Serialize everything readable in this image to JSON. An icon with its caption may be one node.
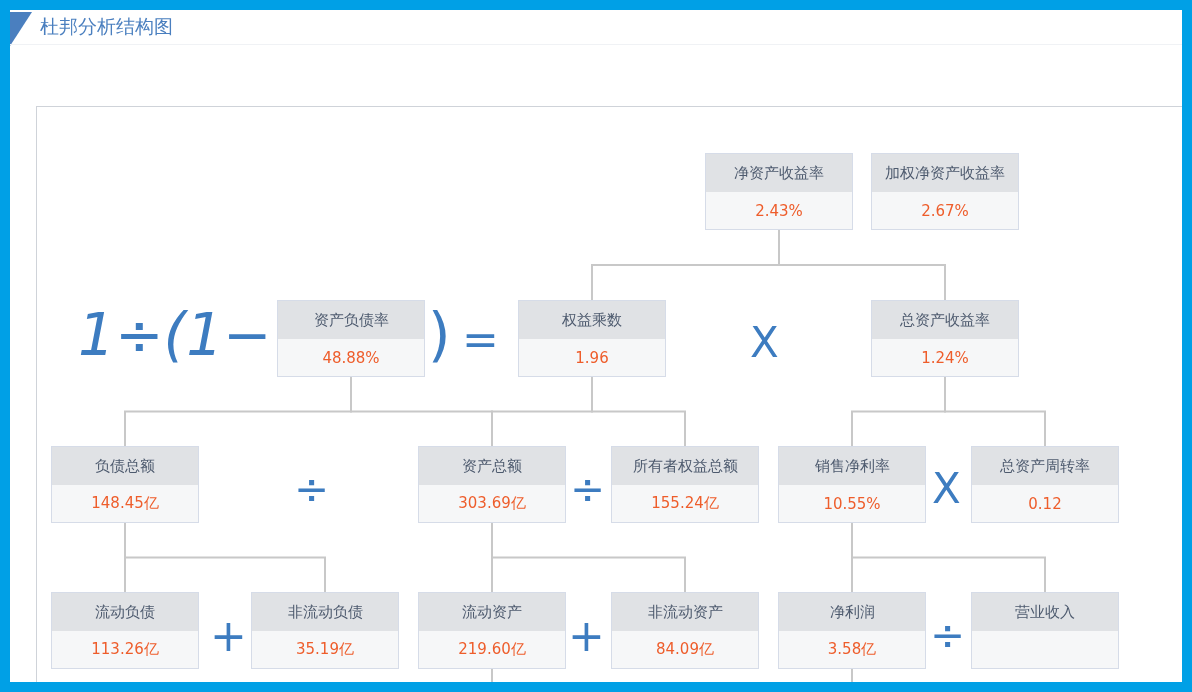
{
  "diagram": {
    "title": "杜邦分析结构图",
    "nodes": [
      {
        "text": [
          "净资产收益率",
          "2.43%"
        ]
      },
      {
        "text": [
          "加权净资产收益率",
          "2.67%"
        ]
      },
      {
        "text": [
          "资产负债率",
          "48.88%"
        ]
      },
      {
        "text": [
          "权益乘数",
          "1.96"
        ]
      },
      {
        "text": [
          "总资产收益率",
          "1.24%"
        ]
      },
      {
        "text": [
          "负债总额",
          "148.45亿"
        ]
      },
      {
        "text": [
          "资产总额",
          "303.69亿"
        ]
      },
      {
        "text": [
          "所有者权益总额",
          "155.24亿"
        ]
      },
      {
        "text": [
          "销售净利率",
          "10.55%"
        ]
      },
      {
        "text": [
          "总资产周转率",
          "0.12"
        ]
      },
      {
        "text": [
          "流动负债",
          "113.26亿"
        ]
      },
      {
        "text": [
          "非流动负债",
          "35.19亿"
        ]
      },
      {
        "text": [
          "流动资产",
          "219.60亿"
        ]
      },
      {
        "text": [
          "非流动资产",
          "84.09亿"
        ]
      },
      {
        "text": [
          "净利润",
          "3.58亿"
        ]
      },
      {
        "text": [
          "营业收入"
        ]
      }
    ],
    "edges": [
      {
        "from": 0,
        "to": 3,
        "arrow": "none"
      },
      {
        "from": 0,
        "to": 4,
        "arrow": "none"
      },
      {
        "from": 2,
        "to": 5,
        "arrow": "none"
      },
      {
        "from": 2,
        "to": 6,
        "arrow": "none"
      },
      {
        "from": 3,
        "to": 6,
        "arrow": "none"
      },
      {
        "from": 3,
        "to": 7,
        "arrow": "none"
      },
      {
        "from": 4,
        "to": 8,
        "arrow": "none"
      },
      {
        "from": 4,
        "to": 9,
        "arrow": "none"
      },
      {
        "from": 5,
        "to": 10,
        "arrow": "none"
      },
      {
        "from": 5,
        "to": 11,
        "arrow": "none"
      },
      {
        "from": 6,
        "to": 12,
        "arrow": "none"
      },
      {
        "from": 6,
        "to": 13,
        "arrow": "none"
      },
      {
        "from": 8,
        "to": 14,
        "arrow": "none"
      },
      {
        "from": 8,
        "to": 15,
        "arrow": "none"
      },
      {
        "from": 12,
        "to": null,
        "arrow": "none"
      },
      {
        "from": 14,
        "to": null,
        "arrow": "none"
      }
    ],
    "labels": [
      "1÷(1−",
      ")",
      "=",
      "X",
      "÷",
      "÷",
      "X",
      "+",
      "+",
      "÷"
    ]
  }
}
